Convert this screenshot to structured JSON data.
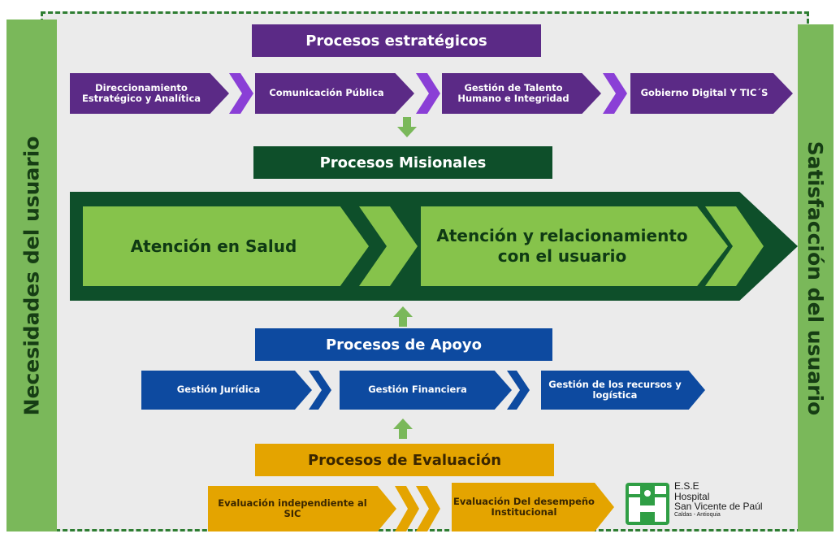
{
  "left_sidebar": {
    "label": "Necesidades del usuario"
  },
  "right_sidebar": {
    "label": "Satisfacción del usuario"
  },
  "estrategicos": {
    "title": "Procesos estratégicos",
    "items": [
      {
        "label": "Direccionamiento Estratégico y Analítica"
      },
      {
        "label": "Comunicación Pública"
      },
      {
        "label": "Gestión de Talento Humano e Integridad"
      },
      {
        "label": "Gobierno Digital Y TIC´S"
      }
    ]
  },
  "misionales": {
    "title": "Procesos Misionales",
    "items": [
      {
        "label": "Atención en Salud"
      },
      {
        "label": "Atención y relacionamiento con el usuario"
      }
    ]
  },
  "apoyo": {
    "title": "Procesos de Apoyo",
    "items": [
      {
        "label": "Gestión Jurídica"
      },
      {
        "label": "Gestión Financiera"
      },
      {
        "label": "Gestión de los recursos y logística"
      }
    ]
  },
  "evaluacion": {
    "title": "Procesos de Evaluación",
    "items": [
      {
        "label": "Evaluación independiente al SIC"
      },
      {
        "label": "Evaluación Del desempeño Institucional"
      }
    ]
  },
  "logo": {
    "line1": "E.S.E",
    "line2": "Hospital",
    "line3": "San Vicente de Paúl",
    "line4": "Caldas - Antioquia"
  },
  "colors": {
    "estrategicos": "#5b2a86",
    "estrategicos_chevron": "#8a3fd6",
    "misionales": "#0e4f2a",
    "misionales_items": "#86c34b",
    "apoyo": "#0d4aa0",
    "evaluacion": "#e4a400",
    "sidebar": "#7ab85a",
    "connector_arrow": "#7ab85a"
  }
}
